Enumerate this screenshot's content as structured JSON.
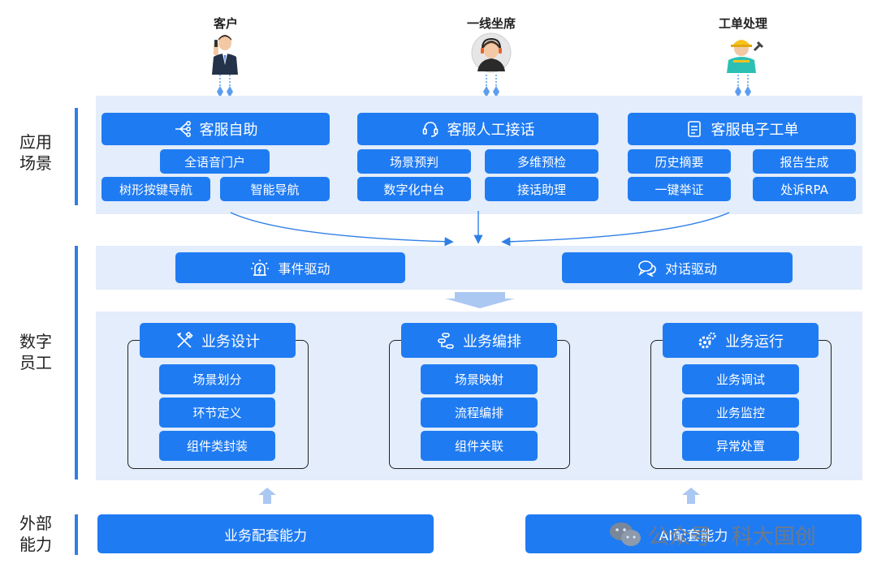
{
  "roles": [
    {
      "title": "客户",
      "icon": "customer-phone-icon"
    },
    {
      "title": "一线坐席",
      "icon": "agent-headset-icon"
    },
    {
      "title": "工单处理",
      "icon": "worker-hardhat-icon"
    }
  ],
  "side_labels": {
    "app": "应用\n场景",
    "digital": "数字\n员工",
    "external": "外部\n能力"
  },
  "app": {
    "self_service": {
      "title": "客服自助",
      "icon": "flow-nodes-icon",
      "items": [
        "全语音门户",
        "树形按键导航",
        "智能导航"
      ]
    },
    "human": {
      "title": "客服人工接话",
      "icon": "headset-icon",
      "items": [
        "场景预判",
        "多维预检",
        "数字化中台",
        "接话助理"
      ]
    },
    "ticket": {
      "title": "客服电子工单",
      "icon": "document-icon",
      "items": [
        "历史摘要",
        "报告生成",
        "一键举证",
        "处诉RPA"
      ]
    }
  },
  "drivers": [
    {
      "label": "事件驱动",
      "icon": "alarm-light-icon"
    },
    {
      "label": "对话驱动",
      "icon": "chat-bubbles-icon"
    }
  ],
  "digital": [
    {
      "title": "业务设计",
      "icon": "design-tools-icon",
      "items": [
        "场景划分",
        "环节定义",
        "组件类封装"
      ]
    },
    {
      "title": "业务编排",
      "icon": "orchestration-icon",
      "items": [
        "场景映射",
        "流程编排",
        "组件关联"
      ]
    },
    {
      "title": "业务运行",
      "icon": "gears-icon",
      "items": [
        "业务调试",
        "业务监控",
        "异常处置"
      ]
    }
  ],
  "external": [
    "业务配套能力",
    "AI配套能力"
  ],
  "watermark": {
    "text": "公众号 · 科大国创",
    "icon": "wechat-icon"
  },
  "colors": {
    "primary": "#1f7bf2",
    "panel": "#e3edfb",
    "connector": "#5c9df0"
  }
}
